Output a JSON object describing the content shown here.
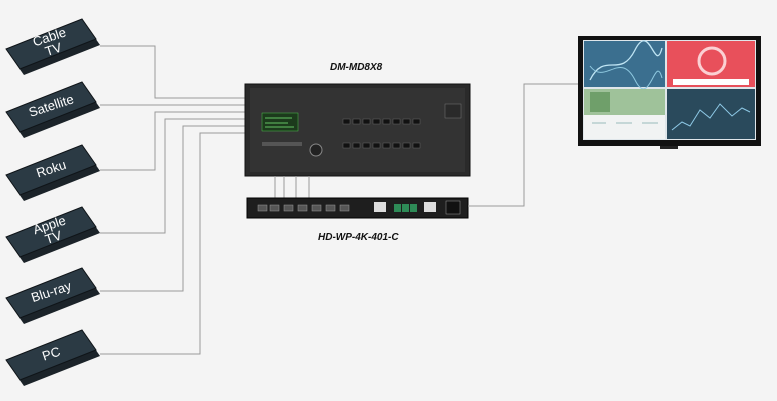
{
  "sources": [
    {
      "id": "cable-tv",
      "lines": [
        "Cable",
        "TV"
      ]
    },
    {
      "id": "satellite",
      "lines": [
        "Satellite"
      ]
    },
    {
      "id": "roku",
      "lines": [
        "Roku"
      ]
    },
    {
      "id": "apple-tv",
      "lines": [
        "Apple",
        "TV"
      ]
    },
    {
      "id": "blu-ray",
      "lines": [
        "Blu-ray"
      ]
    },
    {
      "id": "pc",
      "lines": [
        "PC"
      ]
    }
  ],
  "switcher": {
    "label": "DM-MD8X8",
    "icon": "matrix-switcher-icon"
  },
  "wallplate": {
    "label": "HD-WP-4K-401-C",
    "icon": "wall-plate-switcher-icon"
  },
  "display": {
    "icon": "flat-panel-display-icon"
  },
  "colors": {
    "wire": "#9a9a9a",
    "box": "#2b3a44",
    "accent": "#e8505b"
  }
}
